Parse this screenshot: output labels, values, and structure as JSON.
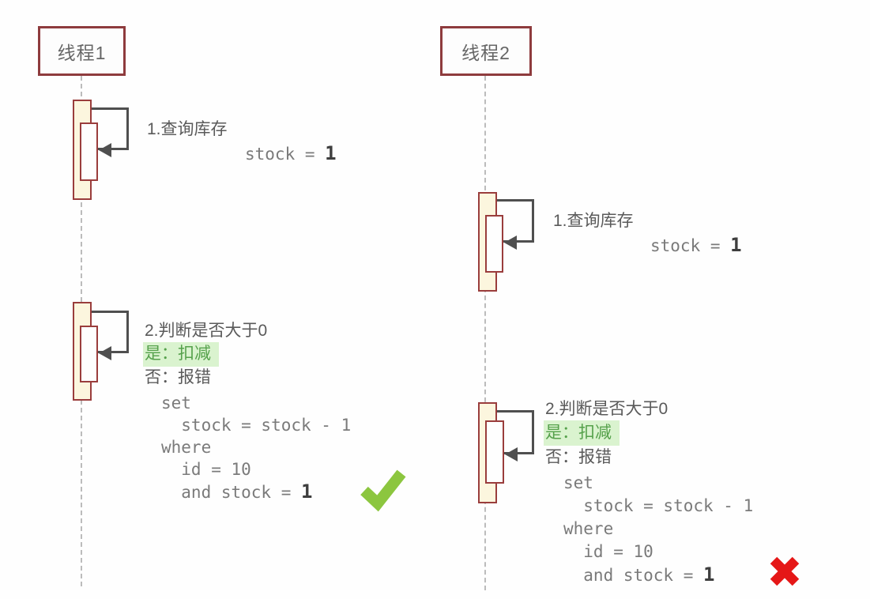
{
  "threads": [
    {
      "label": "线程1",
      "msg1": {
        "title": "1.查询库存",
        "code_prefix": "stock = ",
        "code_value": "1"
      },
      "msg2": {
        "title": "2.判断是否大于0",
        "yes": "是：扣减",
        "no": "否：报错",
        "sql": [
          "set",
          "  stock = stock - 1",
          "where",
          "  id = 10"
        ],
        "sql_and_prefix": "  and stock = ",
        "sql_and_value": "1",
        "result": "success"
      }
    },
    {
      "label": "线程2",
      "msg1": {
        "title": "1.查询库存",
        "code_prefix": "stock = ",
        "code_value": "1"
      },
      "msg2": {
        "title": "2.判断是否大于0",
        "yes": "是：扣减",
        "no": "否：报错",
        "sql": [
          "set",
          "  stock = stock - 1",
          "where",
          "  id = 10"
        ],
        "sql_and_prefix": "  and stock = ",
        "sql_and_value": "1",
        "result": "fail"
      }
    }
  ],
  "icons": {
    "check_icon": "✓",
    "x_icon": "✕"
  },
  "colors": {
    "actor_border": "#8e3b3d",
    "activation_fill": "#fcf6de",
    "activation_border": "#9a3d3c",
    "lifeline": "#bcbcbc",
    "arrow": "#4f4f4f",
    "text": "#5a5a5a",
    "code_text": "#7a7a7a",
    "highlight_bg": "#daf3cf",
    "highlight_text": "#55a14b",
    "check_green": "#8cc63f",
    "cross_red": "#e51717"
  }
}
